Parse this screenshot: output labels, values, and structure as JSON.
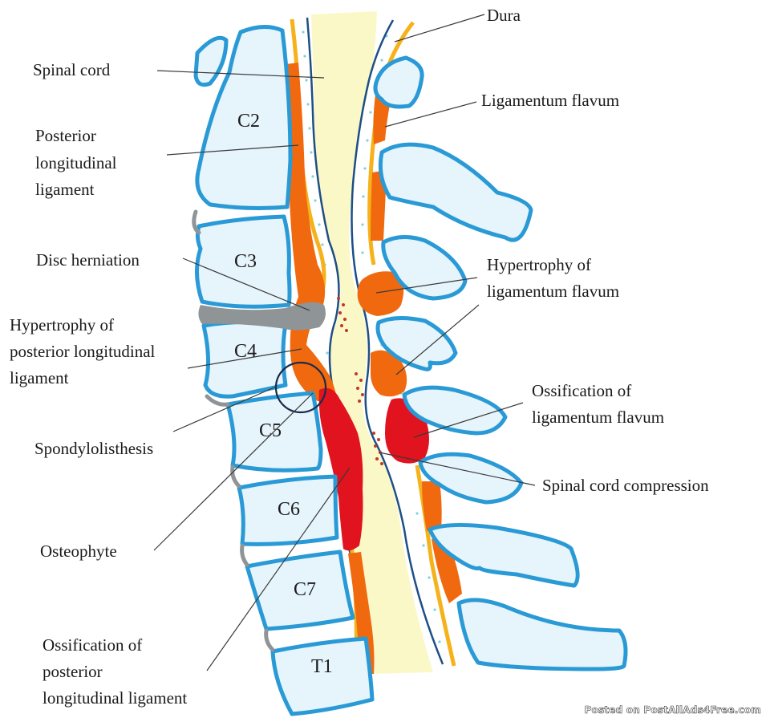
{
  "title": "Cervical spine degenerative changes causing spinal cord compression",
  "colors": {
    "bone_fill": "#e6f4fb",
    "bone_outline": "#2a9ad6",
    "spinal_cord": "#fbf8c8",
    "pia_line": "#1d4f86",
    "dura_line": "#f5b21a",
    "ligament": "#f0690f",
    "ossification": "#e0131f",
    "disc": "#8f9496",
    "csf_dots": "#7fd3e0",
    "compression_dots": "#c0392b"
  },
  "vertebrae": [
    "C2",
    "C3",
    "C4",
    "C5",
    "C6",
    "C7",
    "T1"
  ],
  "labels": {
    "spinal_cord": "Spinal cord",
    "dura": "Dura",
    "ligamentum_flavum": "Ligamentum flavum",
    "pll": [
      "Posterior",
      "longitudinal",
      "ligament"
    ],
    "disc_herniation": "Disc herniation",
    "hypertrophy_lf": [
      "Hypertrophy of",
      "ligamentum flavum"
    ],
    "hypertrophy_pll": [
      "Hypertrophy of",
      "posterior longitudinal",
      "ligament"
    ],
    "ossification_lf": [
      "Ossification of",
      "ligamentum flavum"
    ],
    "spondylolisthesis": "Spondylolisthesis",
    "spinal_cord_compression": "Spinal cord compression",
    "osteophyte": "Osteophyte",
    "opll": [
      "Ossification of",
      "posterior",
      "longitudinal ligament"
    ]
  },
  "watermark": "Posted on PostAllAds4Free.com"
}
